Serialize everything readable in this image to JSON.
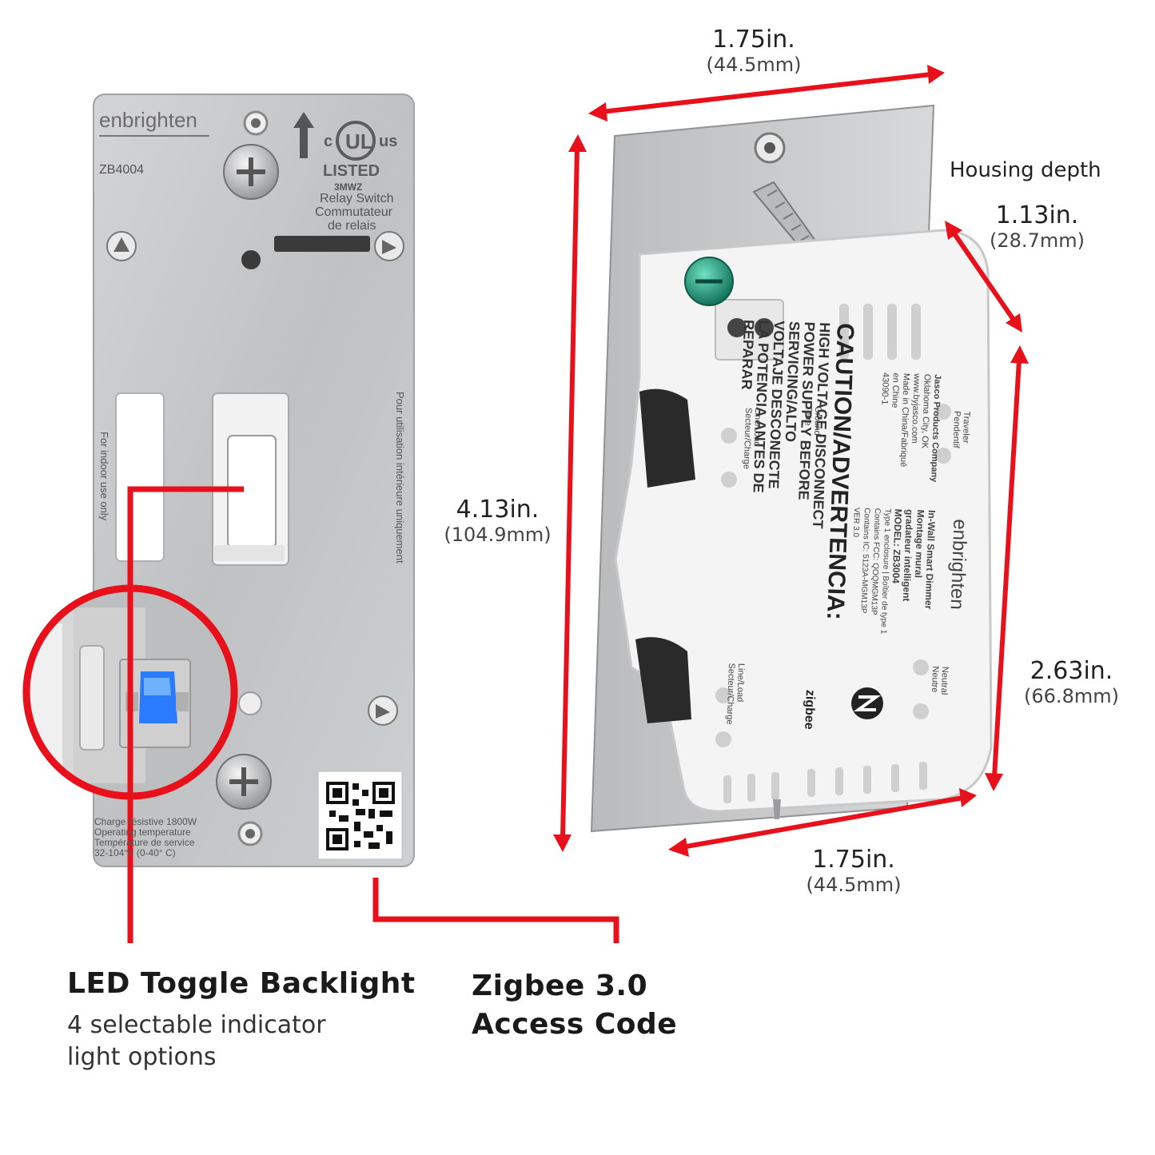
{
  "left_plate": {
    "brand": "enbrighten",
    "model": "ZB4004",
    "ul_left": "c",
    "ul_right": "us",
    "listed": "LISTED",
    "listed_code": "3MWZ",
    "relay_en": "Relay Switch",
    "relay_fr": "Commutateur",
    "relay_fr2": "de relais",
    "indoor_en": "For indoor use only",
    "indoor_fr": "Pour utilisation intérieure uniquement",
    "rating_lines": [
      "Charge résistive 1800W",
      "Operating temperature",
      "Température de service",
      "32-104°F (0-40° C)"
    ]
  },
  "housing": {
    "brand": "enbrighten",
    "product_lines": [
      "In-Wall Smart Dimmer",
      "Montage mural",
      "gradateur intelligent",
      "MODEL: ZB3004"
    ],
    "company_lines": [
      "Jasco Products Company",
      "Oklahoma City, OK",
      "www.byjasco.com",
      "Made in China/Fabriqué",
      "en Chine",
      "43090-1"
    ],
    "spec_lines": [
      "Type 1 enclosure | Boîtier de type 1",
      "Contains FCC: QOQMGM13P",
      "Contains IC: 5123A-MGM13P",
      "VER 3.0"
    ],
    "caution_lines": [
      "CAUTION/ADVERTENCIA:",
      "HIGH VOLTAGE DISCONNECT",
      "POWER SUPPLY BEFORE",
      "SERVICING/ALTO",
      "VOLTAJE DESCONECTE",
      "LA POTENCIA ANTES DE",
      "REPARAR"
    ],
    "terminal_traveler": [
      "Traveler",
      "Pendentif"
    ],
    "terminal_ground": [
      "Ground",
      "Terre"
    ],
    "terminal_line_top": [
      "Line/Load",
      "Secteur/Charge"
    ],
    "terminal_neutral": [
      "Neutral",
      "Neutre"
    ],
    "terminal_line_bottom": [
      "Line/Load",
      "Secteur/Charge"
    ],
    "zigbee": "zigbee"
  },
  "dimensions": {
    "top_width": {
      "main": "1.75in.",
      "sub": "(44.5mm)"
    },
    "height": {
      "main": "4.13in.",
      "sub": "(104.9mm)"
    },
    "depth_label": "Housing depth",
    "depth": {
      "main": "1.13in.",
      "sub": "(28.7mm)"
    },
    "body_height": {
      "main": "2.63in.",
      "sub": "(66.8mm)"
    },
    "bottom_width": {
      "main": "1.75in.",
      "sub": "(44.5mm)"
    }
  },
  "callouts": {
    "led": {
      "title": "LED Toggle Backlight",
      "desc_line1": "4 selectable indicator",
      "desc_line2": "light options"
    },
    "zigbee": {
      "title_line1": "Zigbee 3.0",
      "title_line2": "Access Code"
    }
  },
  "colors": {
    "accent": "#e8111b",
    "plate": "#c3c5c7",
    "housing": "#f4f4f4",
    "led": "#2a7bff",
    "screw_green": "#1d8f72"
  }
}
